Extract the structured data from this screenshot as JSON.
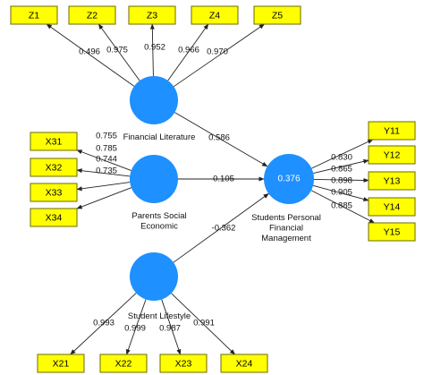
{
  "constructs": {
    "fl": {
      "name_lines": [
        "Financial Literature"
      ]
    },
    "ps": {
      "name_lines": [
        "Parents Social",
        "Economic"
      ]
    },
    "sl": {
      "name_lines": [
        "Student Lifestyle"
      ]
    },
    "spfm": {
      "name_lines": [
        "Students Personal",
        "Financial",
        "Management"
      ],
      "r2": "0.376"
    }
  },
  "indicators": {
    "fl": [
      {
        "label": "Z1",
        "loading": "0.496"
      },
      {
        "label": "Z2",
        "loading": "0.975"
      },
      {
        "label": "Z3",
        "loading": "0.952"
      },
      {
        "label": "Z4",
        "loading": "0.966"
      },
      {
        "label": "Z5",
        "loading": "0.970"
      }
    ],
    "ps": [
      {
        "label": "X31",
        "loading": "0.755"
      },
      {
        "label": "X32",
        "loading": "0.785"
      },
      {
        "label": "X33",
        "loading": "0.744"
      },
      {
        "label": "X34",
        "loading": "0.735"
      }
    ],
    "sl": [
      {
        "label": "X21",
        "loading": "0.993"
      },
      {
        "label": "X22",
        "loading": "0.999"
      },
      {
        "label": "X23",
        "loading": "0.987"
      },
      {
        "label": "X24",
        "loading": "0.991"
      }
    ],
    "spfm": [
      {
        "label": "Y11",
        "loading": "0.830"
      },
      {
        "label": "Y12",
        "loading": "0.865"
      },
      {
        "label": "Y13",
        "loading": "0.898"
      },
      {
        "label": "Y14",
        "loading": "0.905"
      },
      {
        "label": "Y15",
        "loading": "0.885"
      }
    ]
  },
  "paths": [
    {
      "from": "fl",
      "to": "spfm",
      "coef": "0.586"
    },
    {
      "from": "ps",
      "to": "spfm",
      "coef": "0.105"
    },
    {
      "from": "sl",
      "to": "spfm",
      "coef": "-0.362"
    }
  ],
  "colors": {
    "latent": "#1e90ff",
    "indicator": "#ffff00"
  }
}
